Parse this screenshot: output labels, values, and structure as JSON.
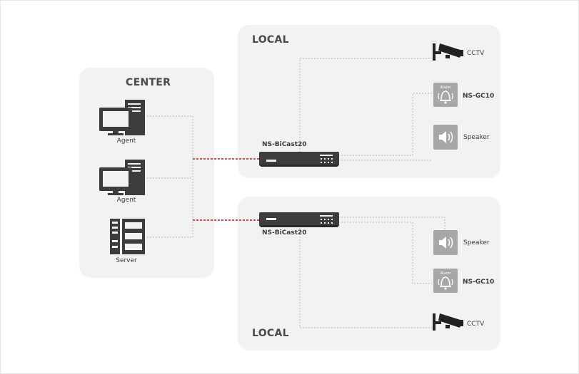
{
  "center": {
    "title": "CENTER",
    "agent1_label": "Agent",
    "agent2_label": "Agent",
    "server_label": "Server"
  },
  "local_top": {
    "title": "LOCAL",
    "device_label": "NS-BiCast20",
    "cctv_label": "CCTV",
    "alarm_label": "NS-GC10",
    "alarm_icon_text": "Alarm",
    "speaker_label": "Speaker"
  },
  "local_bottom": {
    "title": "LOCAL",
    "device_label": "NS-BiCast20",
    "cctv_label": "CCTV",
    "alarm_label": "NS-GC10",
    "alarm_icon_text": "Alarm",
    "speaker_label": "Speaker"
  },
  "colors": {
    "panel": "#f2f2f2",
    "icon_dark": "#3d3d3d",
    "icon_tile": "#a7a7a7",
    "link_red": "#cc1111",
    "wire_gray": "#b8b8b8"
  },
  "icons": {
    "agent": "desktop-computer-icon",
    "server": "server-rack-icon",
    "device": "network-device-icon",
    "cctv": "cctv-camera-icon",
    "alarm": "alarm-bell-icon",
    "speaker": "speaker-icon"
  }
}
